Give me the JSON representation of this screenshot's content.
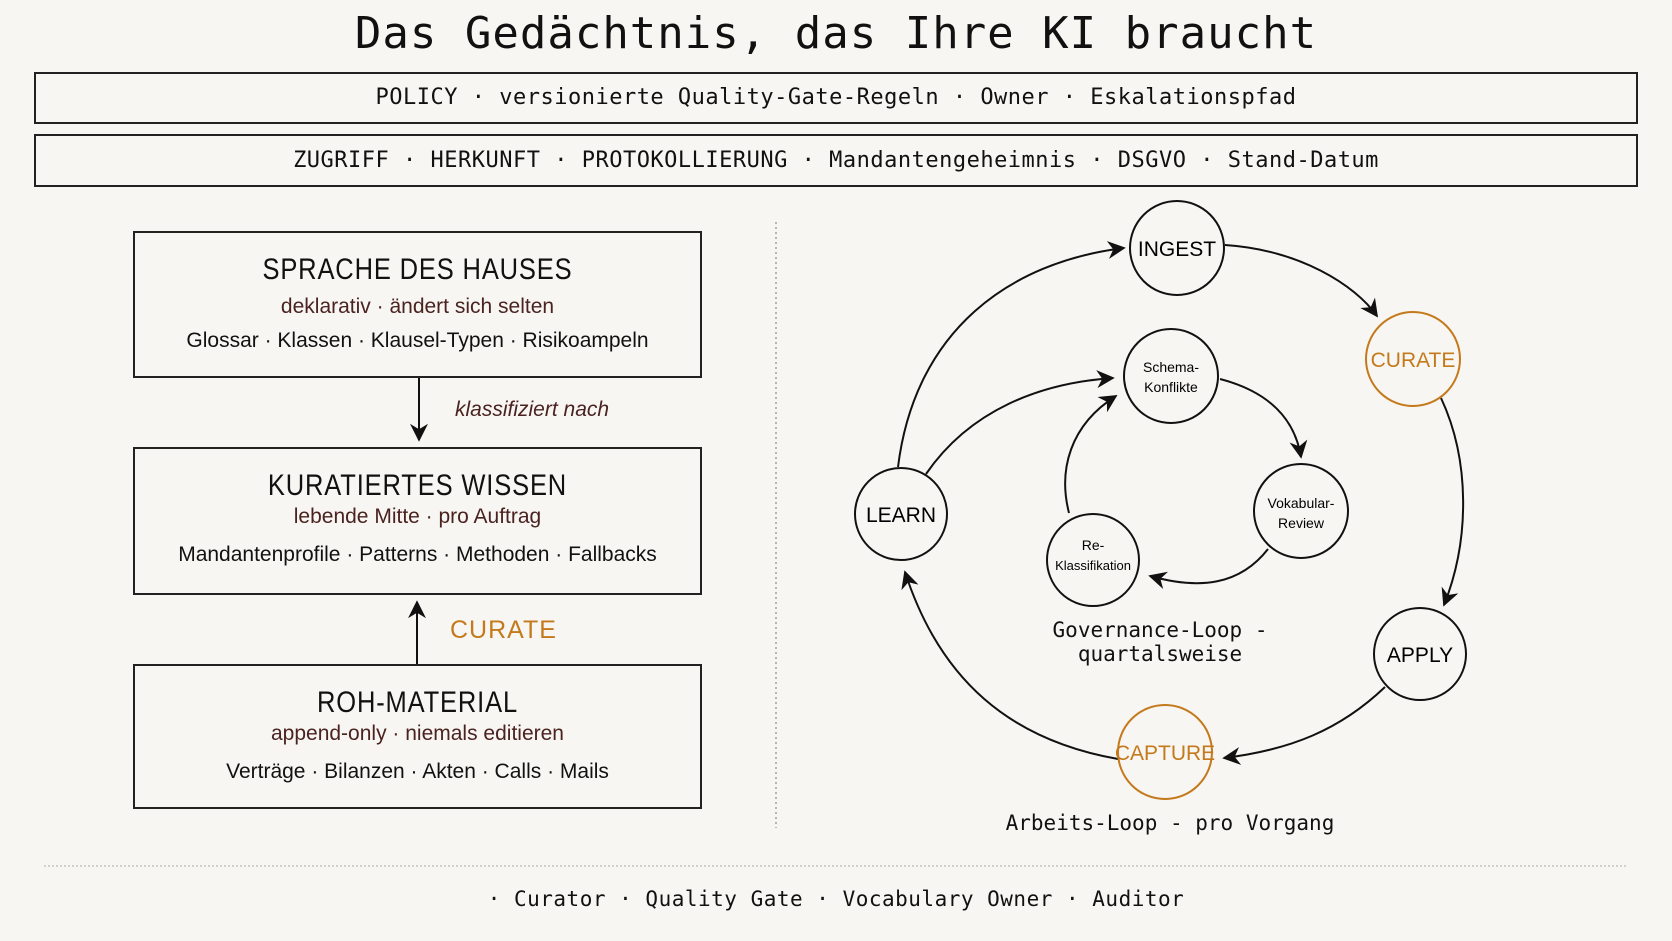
{
  "title": "Das Gedächtnis, das Ihre KI braucht",
  "bands": {
    "policy": "POLICY · versionierte Quality-Gate-Regeln · Owner · Eskalationspfad",
    "governance": "ZUGRIFF · HERKUNFT · PROTOKOLLIERUNG · Mandantengeheimnis · DSGVO · Stand-Datum"
  },
  "layers": [
    {
      "title": "SPRACHE DES HAUSES",
      "subtitle": "deklarativ · ändert sich selten",
      "items": "Glossar · Klassen · Klausel-Typen · Risikoampeln"
    },
    {
      "title": "KURATIERTES WISSEN",
      "subtitle": "lebende Mitte · pro Auftrag",
      "items": "Mandantenprofile · Patterns · Methoden · Fallbacks"
    },
    {
      "title": "ROH-MATERIAL",
      "subtitle": "append-only · niemals editieren",
      "items": "Verträge · Bilanzen · Akten · Calls · Mails"
    }
  ],
  "layer_links": {
    "top_to_middle": "klassifiziert nach",
    "bottom_to_middle": "CURATE"
  },
  "work_loop": {
    "caption": "Arbeits-Loop - pro Vorgang",
    "nodes": {
      "ingest": "INGEST",
      "curate": "CURATE",
      "apply": "APPLY",
      "capture": "CAPTURE",
      "learn": "LEARN"
    }
  },
  "governance_loop": {
    "caption_line1": "Governance-Loop -",
    "caption_line2": "quartalsweise",
    "nodes": {
      "schema_l1": "Schema-",
      "schema_l2": "Konflikte",
      "vokabular_l1": "Vokabular-",
      "vokabular_l2": "Review",
      "reklass_l1": "Re-",
      "reklass_l2": "Klassifikation"
    }
  },
  "footer": "· Curator · Quality Gate · Vocabulary Owner · Auditor",
  "colors": {
    "accent": "#c47a1c",
    "subtitle": "#4a2320",
    "line": "#111111",
    "background": "#f8f6f2"
  }
}
